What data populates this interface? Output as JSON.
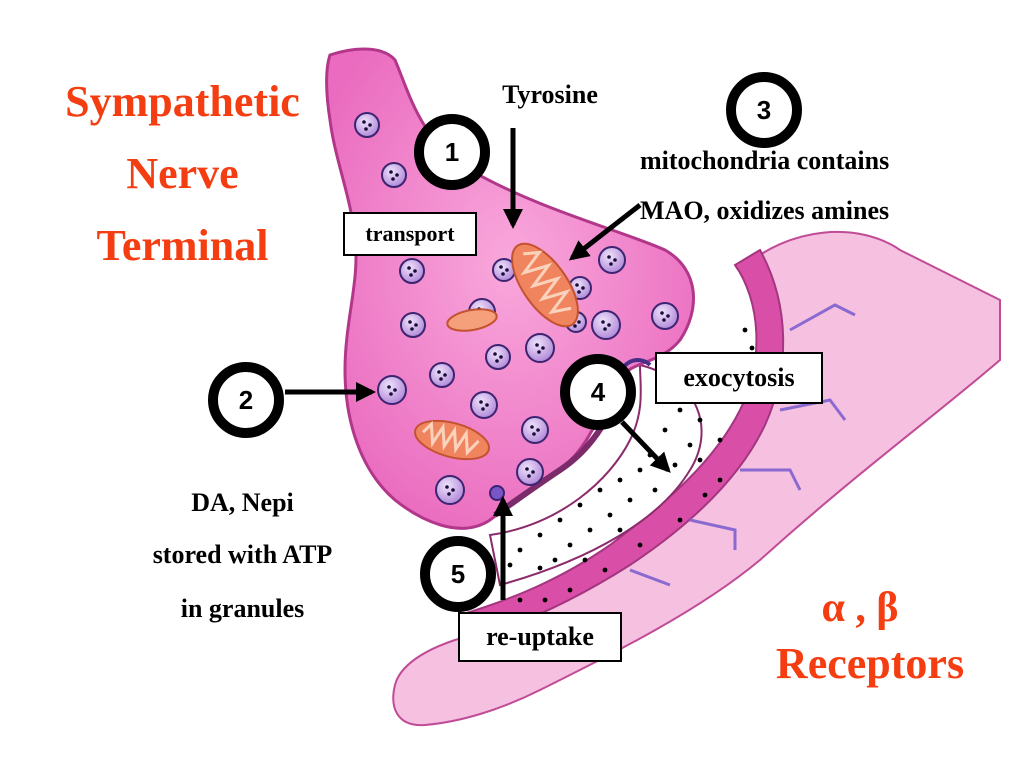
{
  "title_lines": [
    "Sympathetic",
    "Nerve",
    "Terminal"
  ],
  "labels": {
    "tyrosine": "Tyrosine",
    "transport": "transport",
    "mito_line1": "mitochondria contains",
    "mito_line2": "MAO, oxidizes amines",
    "exocytosis": "exocytosis",
    "reuptake": "re-uptake",
    "storage_line1": "DA, Nepi",
    "storage_line2": "stored with ATP",
    "storage_line3": "in granules",
    "receptor_symbols": "α , β",
    "receptors": "Receptors"
  },
  "steps": [
    "1",
    "2",
    "3",
    "4",
    "5"
  ],
  "colors": {
    "title_red": "#f43e12",
    "terminal_pink": "#f07fcb",
    "membrane_pink": "#d94fa8",
    "outer_tissue": "#f6c0e0",
    "vesicle": "#c8a6e6",
    "mitochondria": "#f0845f",
    "cleft_dots": "#000000"
  },
  "icons": {
    "steps": "numbered-circle-icon",
    "arrows": "arrow-icon"
  }
}
